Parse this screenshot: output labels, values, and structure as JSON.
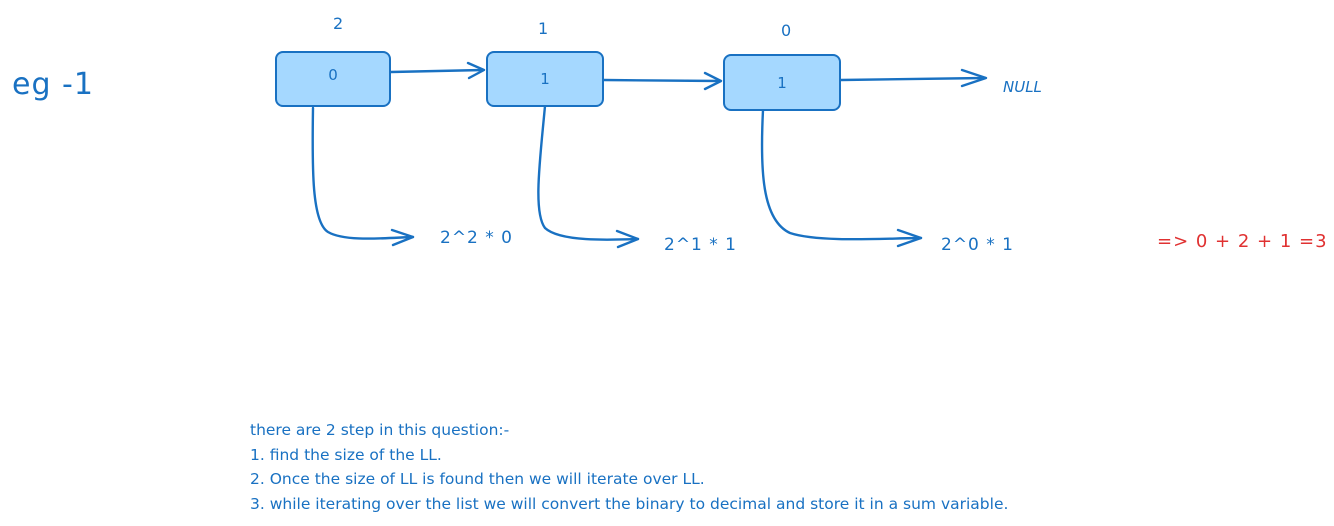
{
  "title": "eg -1",
  "nodes": [
    {
      "value": "0",
      "index": "2",
      "term": "2^2 * 0"
    },
    {
      "value": "1",
      "index": "1",
      "term": "2^1 * 1"
    },
    {
      "value": "1",
      "index": "0",
      "term": "2^0 * 1"
    }
  ],
  "null_label": "NULL",
  "result": "=> 0 + 2 + 1 =3",
  "notes": [
    "there are 2 step in this question:-",
    "1. find the size of the LL.",
    "2. Once the size of LL is found then we will iterate over LL.",
    "3. while iterating over the list we will convert the binary to decimal and store it in a sum variable."
  ],
  "colors": {
    "stroke": "#1971c2",
    "node_fill": "#a5d8ff",
    "result": "#e03131"
  }
}
